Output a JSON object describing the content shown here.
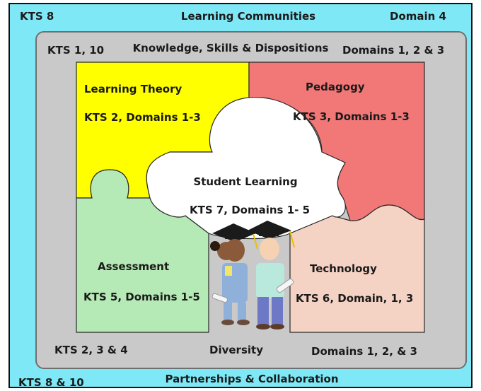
{
  "outer": {
    "top_left": "KTS 8",
    "top_center": "Learning Communities",
    "top_right": "Domain 4",
    "bottom_left": "KTS 8 & 10",
    "bottom_center": "Partnerships & Collaboration"
  },
  "inner": {
    "top_left": "KTS 1, 10",
    "top_center": "Knowledge, Skills & Dispositions",
    "top_right": "Domains 1, 2 & 3",
    "bottom_left": "KTS 2, 3 & 4",
    "bottom_center": "Diversity",
    "bottom_right": "Domains 1, 2, & 3"
  },
  "pieces": {
    "learning_theory": {
      "title": "Learning Theory",
      "sub": "KTS 2, Domains 1-3",
      "color": "#ffff00"
    },
    "pedagogy": {
      "title": "Pedagogy",
      "sub": "KTS 3, Domains 1-3",
      "color": "#f27777"
    },
    "assessment": {
      "title": "Assessment",
      "sub": "KTS 5, Domains 1-5",
      "color": "#b5e9b5"
    },
    "technology": {
      "title": "Technology",
      "sub": "KTS 6, Domain, 1, 3",
      "color": "#f5d3c4"
    },
    "student_learning": {
      "title": "Student Learning",
      "sub": "KTS 7, Domains 1- 5",
      "color": "#ffffff"
    }
  },
  "illustration": {
    "icon": "graduates-icon"
  }
}
